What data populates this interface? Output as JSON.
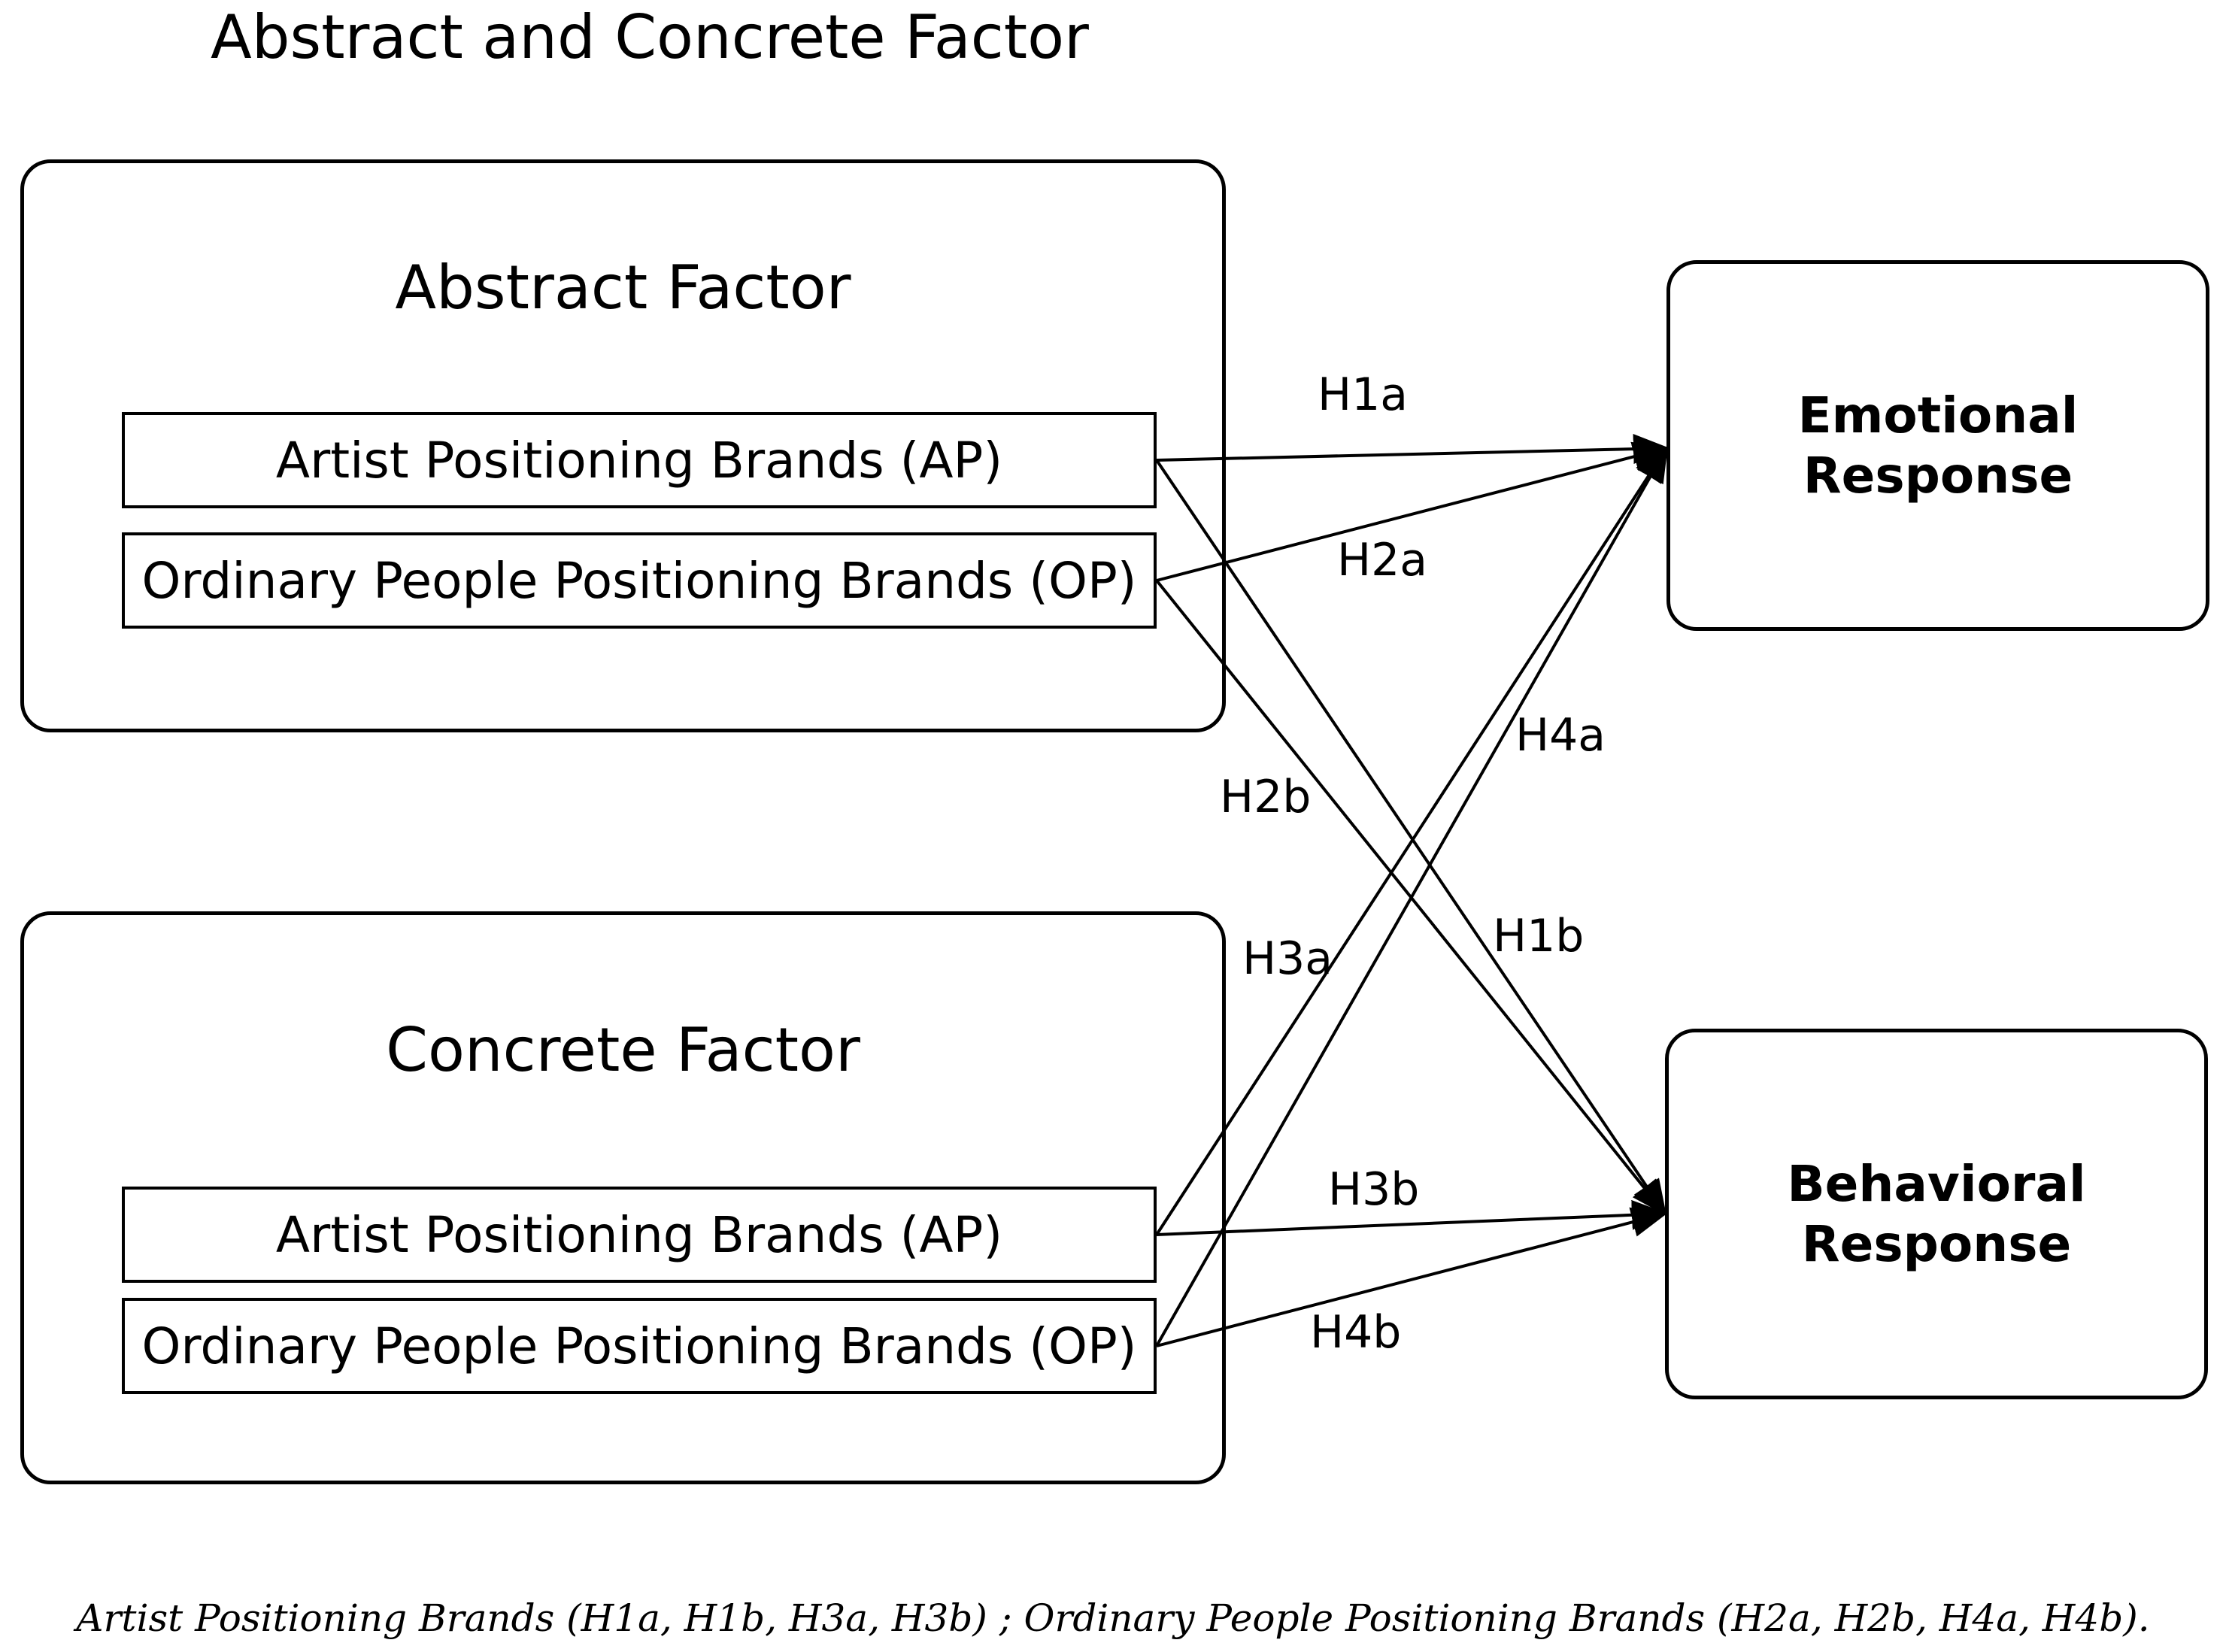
{
  "title": "Abstract and Concrete Factor",
  "abstract_group": {
    "label": "Abstract Factor",
    "items": [
      "Artist Positioning Brands (AP)",
      "Ordinary People Positioning Brands (OP)"
    ]
  },
  "concrete_group": {
    "label": "Concrete Factor",
    "items": [
      "Artist Positioning Brands (AP)",
      "Ordinary People Positioning Brands (OP)"
    ]
  },
  "outcomes": {
    "emotional": {
      "line1": "Emotional",
      "line2": "Response"
    },
    "behavioral": {
      "line1": "Behavioral",
      "line2": "Response"
    }
  },
  "paths": [
    {
      "label": "H1a",
      "from": "abstract-ap",
      "to": "emotional"
    },
    {
      "label": "H2a",
      "from": "abstract-op",
      "to": "emotional"
    },
    {
      "label": "H1b",
      "from": "abstract-ap",
      "to": "behavioral"
    },
    {
      "label": "H2b",
      "from": "abstract-op",
      "to": "behavioral"
    },
    {
      "label": "H3a",
      "from": "concrete-ap",
      "to": "emotional"
    },
    {
      "label": "H4a",
      "from": "concrete-op",
      "to": "emotional"
    },
    {
      "label": "H3b",
      "from": "concrete-ap",
      "to": "behavioral"
    },
    {
      "label": "H4b",
      "from": "concrete-op",
      "to": "behavioral"
    }
  ],
  "caption": "Artist Positioning Brands (H1a, H1b, H3a, H3b) ; Ordinary People Positioning Brands (H2a, H2b, H4a, H4b)."
}
